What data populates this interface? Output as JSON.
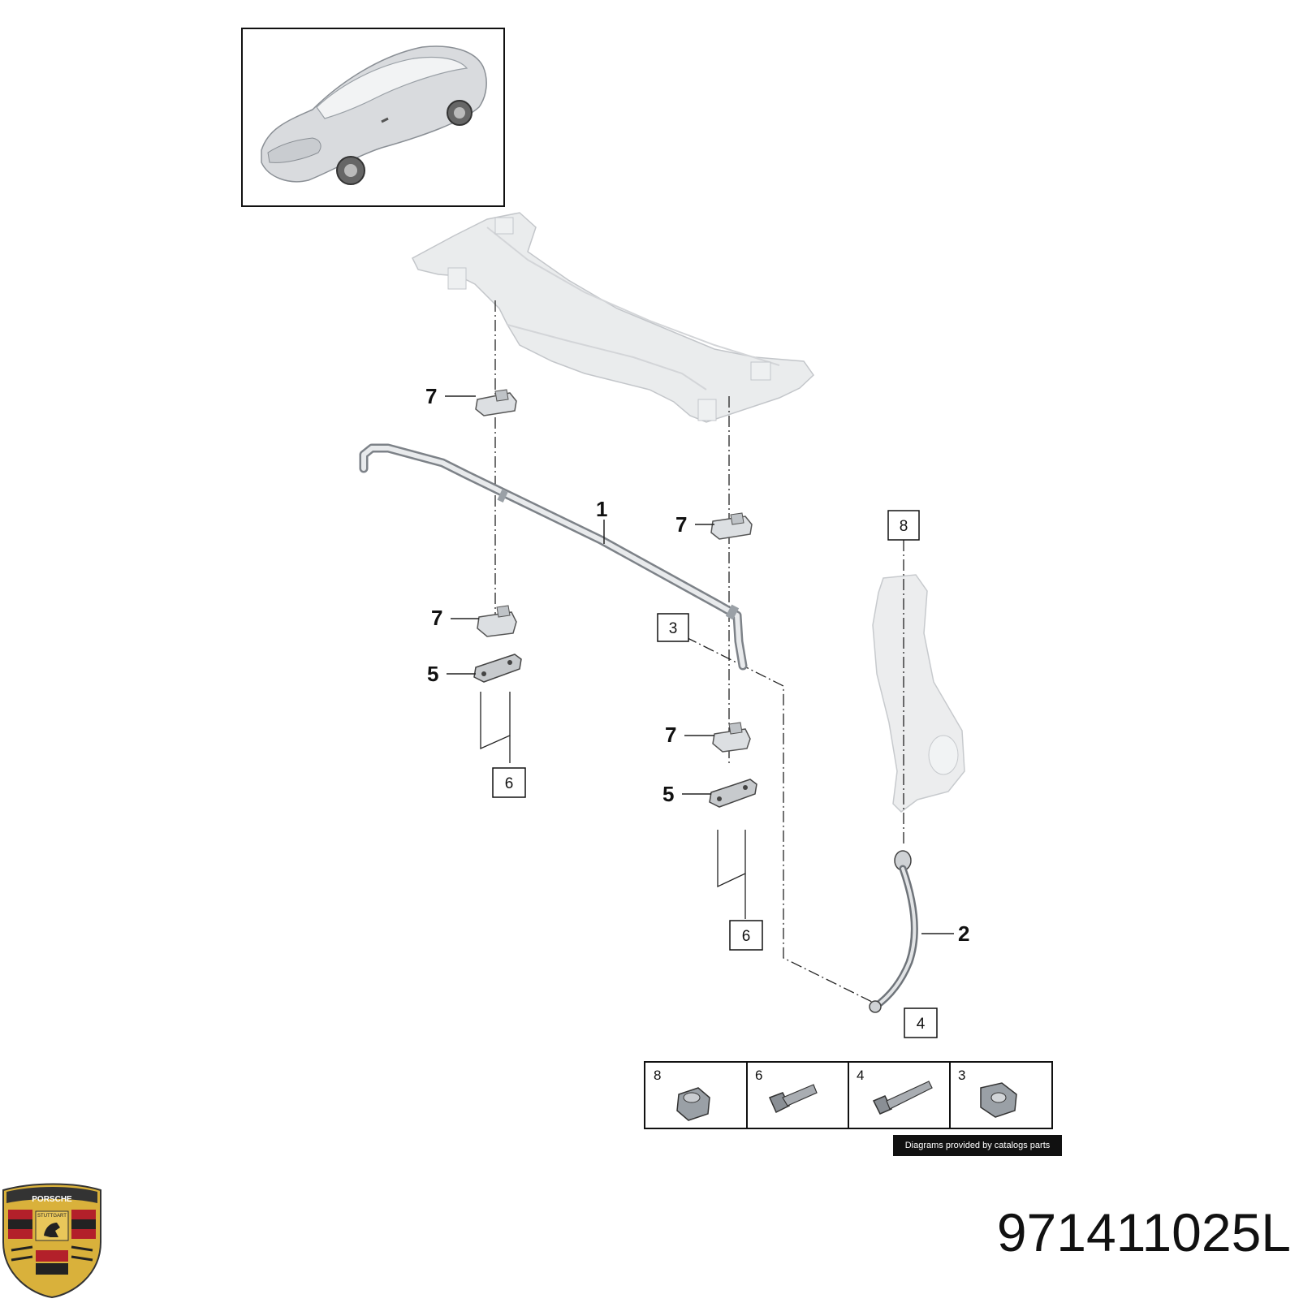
{
  "callouts": {
    "c1": "1",
    "c2": "2",
    "c5a": "5",
    "c5b": "5",
    "c7a": "7",
    "c7b": "7",
    "c7c": "7",
    "c7d": "7"
  },
  "boxes": {
    "b3": "3",
    "b4": "4",
    "b6a": "6",
    "b6b": "6",
    "b8": "8"
  },
  "legend": {
    "items": [
      {
        "num": "8",
        "icon": "flange-nut-icon"
      },
      {
        "num": "6",
        "icon": "short-bolt-icon"
      },
      {
        "num": "4",
        "icon": "long-bolt-icon"
      },
      {
        "num": "3",
        "icon": "hex-nut-icon"
      }
    ]
  },
  "credit": "Diagrams provided by catalogs parts",
  "part_number": "971411025L",
  "logo_text": {
    "brand": "PORSCHE",
    "city": "STUTTGART"
  },
  "colors": {
    "line": "#222222",
    "part_fill": "#e4e6e8",
    "part_stroke": "#9aa0a6",
    "logo_gold": "#d9b13b",
    "logo_red": "#b3202a"
  }
}
